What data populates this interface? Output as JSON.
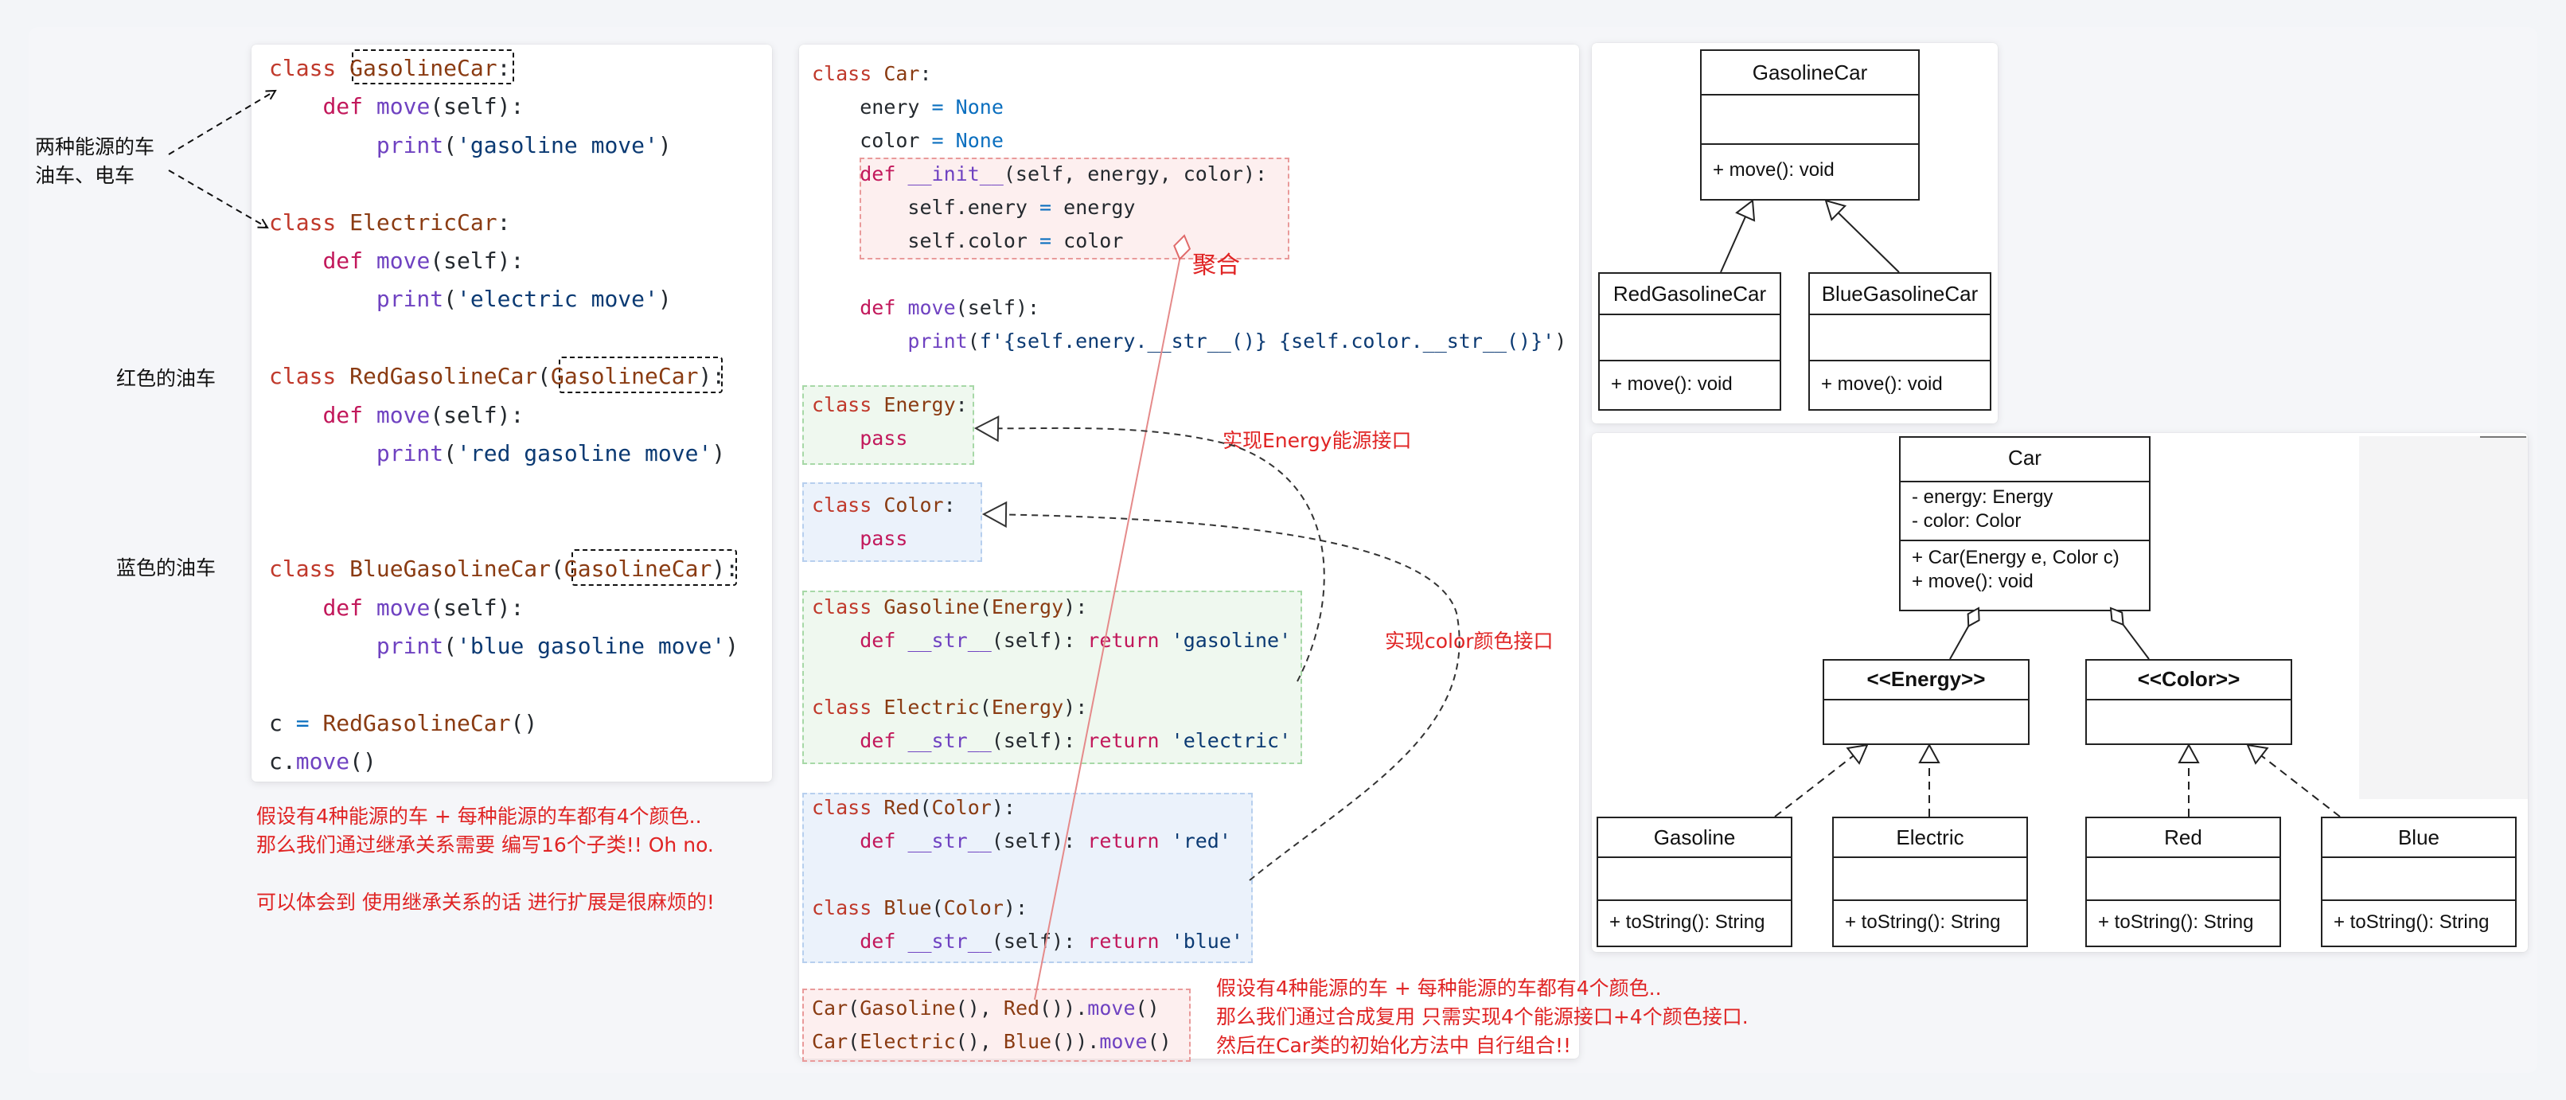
{
  "left_notes": {
    "two_energy_line1": "两种能源的车",
    "two_energy_line2": "油车、电车",
    "red_car": "红色的油车",
    "blue_car": "蓝色的油车"
  },
  "inheritance_code": [
    "class GasolineCar:",
    "    def move(self):",
    "        print('gasoline move')",
    "",
    "class ElectricCar:",
    "    def move(self):",
    "        print('electric move')",
    "",
    "class RedGasolineCar(GasolineCar):",
    "    def move(self):",
    "        print('red gasoline move')",
    "",
    "",
    "class BlueGasolineCar(GasolineCar):",
    "    def move(self):",
    "        print('blue gasoline move')",
    "",
    "c = RedGasolineCar()",
    "c.move()"
  ],
  "inheritance_note": [
    "假设有4种能源的车 + 每种能源的车都有4个颜色..",
    "那么我们通过继承关系需要 编写16个子类!! Oh no.",
    "",
    "可以体会到 使用继承关系的话 进行扩展是很麻烦的!"
  ],
  "composition_code": {
    "car": [
      "class Car:",
      "    enery = None",
      "    color = None",
      "    def __init__(self, energy, color):",
      "        self.enery = energy",
      "        self.color = color",
      "",
      "    def move(self):",
      "        print(f'{self.enery.__str__()} {self.color.__str__()}')"
    ],
    "energy": [
      "class Energy:",
      "    pass"
    ],
    "color": [
      "class Color:",
      "    pass"
    ],
    "gasoline": [
      "class Gasoline(Energy):",
      "    def __str__(self): return 'gasoline'",
      "",
      "class Electric(Energy):",
      "    def __str__(self): return 'electric'"
    ],
    "red": [
      "class Red(Color):",
      "    def __str__(self): return 'red'",
      "",
      "class Blue(Color):",
      "    def __str__(self): return 'blue'"
    ],
    "usage": [
      "Car(Gasoline(), Red()).move()",
      "Car(Electric(), Blue()).move()"
    ]
  },
  "annotations": {
    "aggregation": "聚合",
    "implement_energy": "实现Energy能源接口",
    "implement_color": "实现color颜色接口"
  },
  "composition_note": [
    "假设有4种能源的车 + 每种能源的车都有4个颜色..",
    "那么我们通过合成复用 只需实现4个能源接口+4个颜色接口.",
    "然后在Car类的初始化方法中 自行组合!!"
  ],
  "uml_inheritance": {
    "parent": {
      "name": "GasolineCar",
      "method": "+ move(): void"
    },
    "children": [
      {
        "name": "RedGasolineCar",
        "method": "+ move(): void"
      },
      {
        "name": "BlueGasolineCar",
        "method": "+ move(): void"
      }
    ]
  },
  "uml_composition": {
    "car": {
      "name": "Car",
      "attributes": [
        "- energy: Energy",
        "- color: Color"
      ],
      "methods": [
        "+ Car(Energy e, Color c)",
        "+ move(): void"
      ]
    },
    "interfaces": [
      "<<Energy>>",
      "<<Color>>"
    ],
    "implementations": [
      {
        "name": "Gasoline",
        "method": "+ toString(): String"
      },
      {
        "name": "Electric",
        "method": "+ toString(): String"
      },
      {
        "name": "Red",
        "method": "+ toString(): String"
      },
      {
        "name": "Blue",
        "method": "+ toString(): String"
      }
    ]
  },
  "colors": {
    "annotation_red": "#e02424",
    "keyword": "#c2185b",
    "class_name": "#8a3b12",
    "function": "#6f42c1",
    "string": "#0b3a73",
    "constant": "#0b6fbf"
  }
}
